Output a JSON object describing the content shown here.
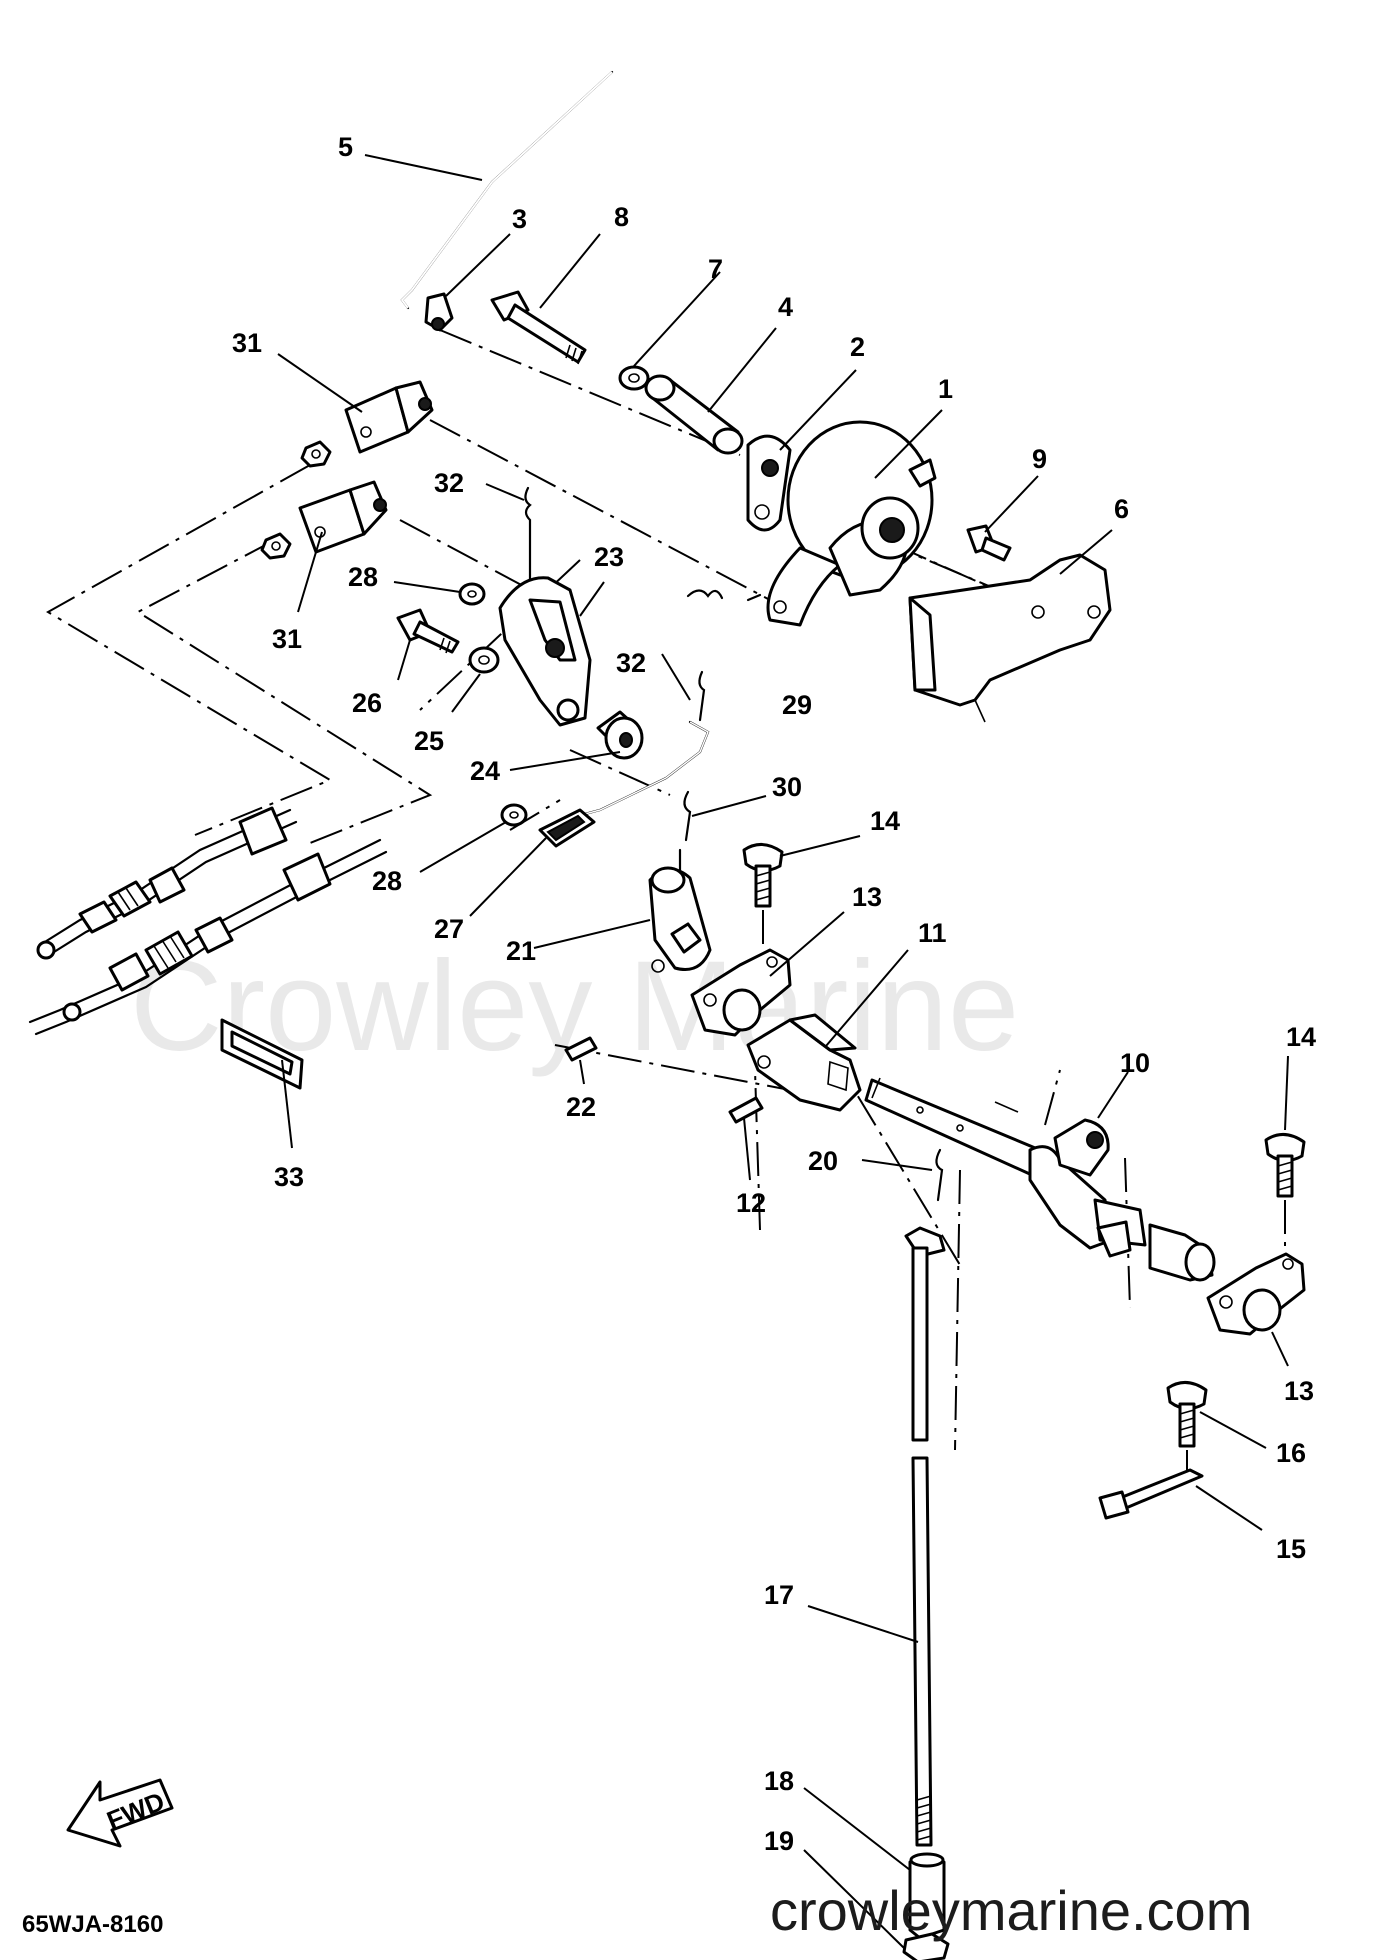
{
  "diagram": {
    "part_code": "65WJA-8160",
    "fwd_label": "FWD",
    "watermark": "Crowley Marine",
    "site_watermark": "crowleymarine.com",
    "callouts": [
      "1",
      "2",
      "3",
      "4",
      "5",
      "6",
      "7",
      "8",
      "9",
      "10",
      "11",
      "12",
      "13",
      "13",
      "14",
      "14",
      "15",
      "16",
      "17",
      "18",
      "19",
      "20",
      "21",
      "22",
      "23",
      "24",
      "25",
      "26",
      "27",
      "28",
      "28",
      "29",
      "30",
      "31",
      "31",
      "32",
      "32",
      "33"
    ]
  }
}
